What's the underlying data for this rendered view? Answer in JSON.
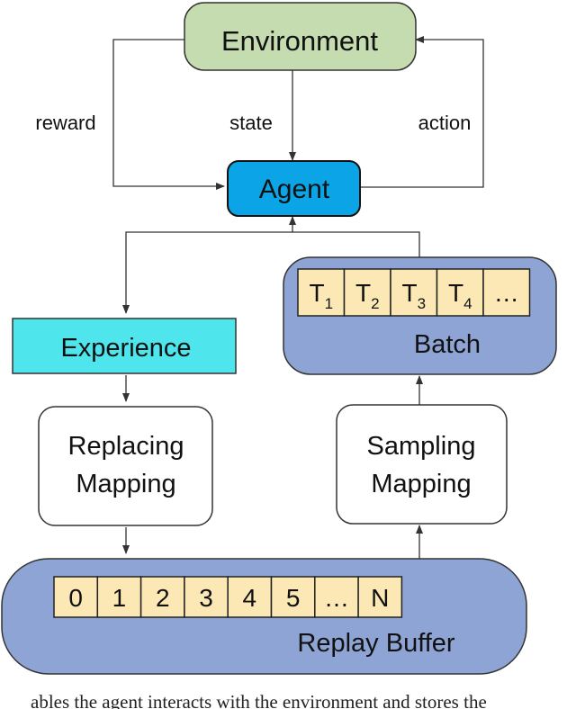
{
  "environment": "Environment",
  "agent": "Agent",
  "edge_labels": {
    "reward": "reward",
    "state": "state",
    "action": "action"
  },
  "experience": "Experience",
  "replacing_mapping": [
    "Replacing",
    "Mapping"
  ],
  "sampling_mapping": [
    "Sampling",
    "Mapping"
  ],
  "batch": {
    "label": "Batch",
    "cells": [
      {
        "main": "T",
        "sub": "1"
      },
      {
        "main": "T",
        "sub": "2"
      },
      {
        "main": "T",
        "sub": "3"
      },
      {
        "main": "T",
        "sub": "4"
      },
      {
        "main": "…",
        "sub": ""
      }
    ]
  },
  "replay_buffer": {
    "label": "Replay Buffer",
    "cells": [
      "0",
      "1",
      "2",
      "3",
      "4",
      "5",
      "…",
      "N"
    ]
  },
  "caption": "ables the agent interacts with the environment and stores the",
  "colors": {
    "environment_fill": "#c5dcb0",
    "agent_fill": "#0ba4e6",
    "experience_fill": "#4ee6ec",
    "container_fill": "#8da4d4",
    "cell_fill": "#fbe8b4",
    "line": "#333333"
  }
}
